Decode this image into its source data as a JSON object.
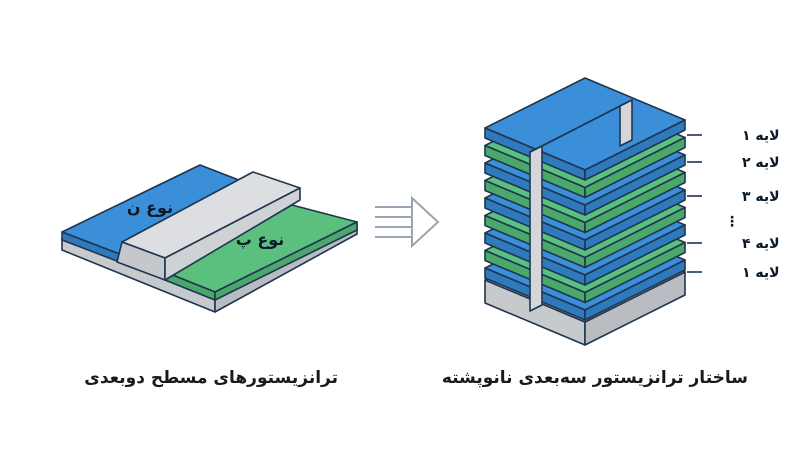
{
  "left_diagram": {
    "n_type_label": "نوع ن",
    "p_type_label": "نوع پ",
    "caption": "ترانزیستورهای مسطح دوبعدی"
  },
  "right_diagram": {
    "caption": "ساختار ترانزیستور سه‌بعدی نانوپشته",
    "layer_labels": [
      "لایه ۱",
      "لایه ۲",
      "لایه ۳",
      "⋮",
      "لایه ۴",
      "لایه ۱"
    ]
  },
  "colors": {
    "blue": "#3a8fd8",
    "green": "#5bbf7d",
    "gray": "#d4d6d9",
    "outline": "#1f3550",
    "arrow": "#9aa4b2"
  }
}
